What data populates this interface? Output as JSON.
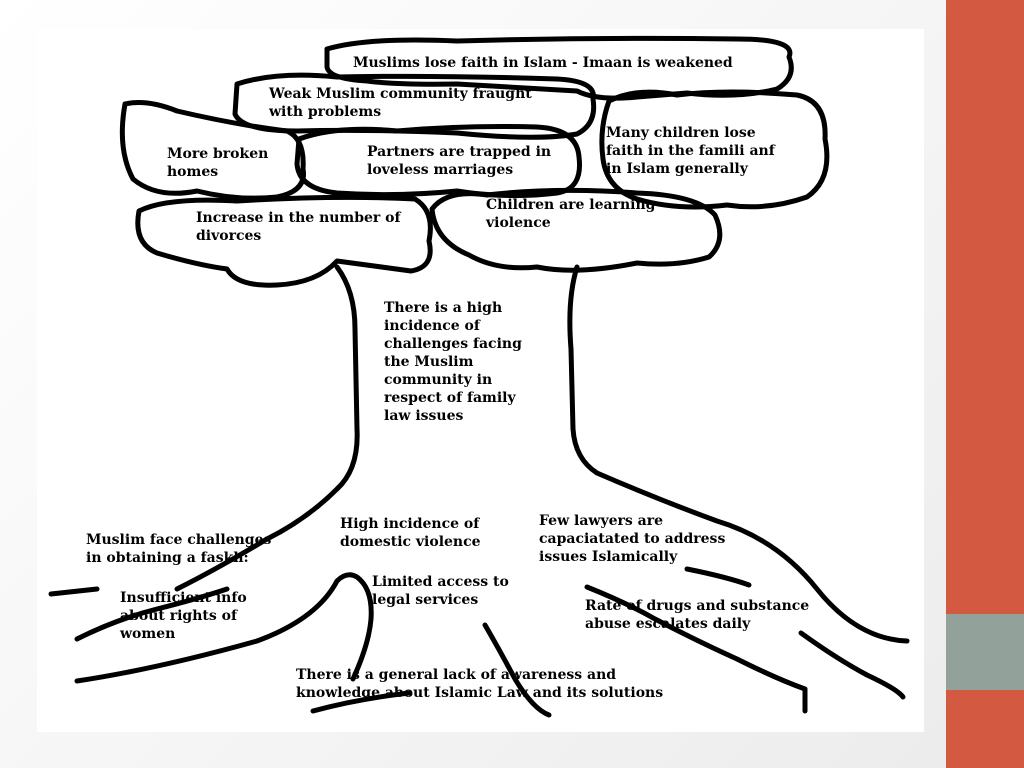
{
  "diagram": {
    "canopy": {
      "top": "Muslims lose faith in Islam - Imaan is weakened",
      "weak_community": [
        "Weak Muslim community fraught",
        "with problems"
      ],
      "broken_homes": [
        "More broken",
        "homes"
      ],
      "loveless": [
        "Partners are trapped in",
        "loveless marriages"
      ],
      "children_faith": [
        "Many children lose",
        "faith in the famili anf",
        "in Islam generally"
      ],
      "divorces": [
        "Increase in the number of",
        "divorces"
      ],
      "violence_learning": [
        "Children are learning",
        "violence"
      ]
    },
    "trunk": [
      "There is a high",
      "incidence of",
      "challenges facing",
      "the Muslim",
      "community in",
      "respect of family",
      "law issues"
    ],
    "roots": {
      "faskh": [
        "Muslim face challenges",
        "in obtaining a faskh:"
      ],
      "domestic": [
        "High incidence of",
        "domestic violence"
      ],
      "lawyers": [
        "Few lawyers are",
        "capaciatated to address",
        "issues Islamically"
      ],
      "insufficient": [
        "Insufficient info",
        "about rights of",
        "women"
      ],
      "legal_access": [
        "Limited access to",
        "legal services"
      ],
      "drugs": [
        "Rate of drugs and substance",
        "abuse escalates daily"
      ],
      "awareness": [
        "There is a general lack of awareness and",
        "knowledge about Islamic Law and its solutions"
      ]
    }
  },
  "colors": {
    "accent_orange": "#d35a40",
    "accent_gray": "#93a19b",
    "ink": "#000000"
  }
}
